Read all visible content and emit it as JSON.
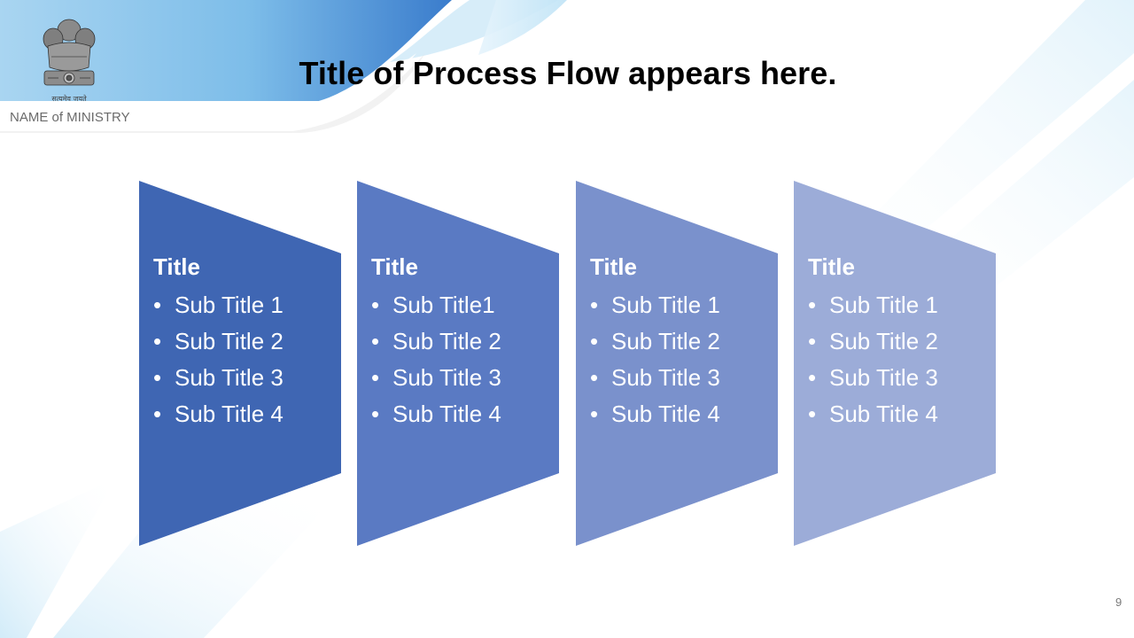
{
  "header": {
    "emblem_motto": "सत्यमेव जयते",
    "ministry": "NAME of MINISTRY",
    "title": "Title of Process Flow appears here."
  },
  "colors": {
    "stage_1": "#3f66b3",
    "stage_2": "#5a7ac3",
    "stage_3": "#7a91cc",
    "stage_4": "#9cacd8",
    "accent_blue": "#3b7fd0",
    "light_blue": "#bfe3f6"
  },
  "stages": [
    {
      "title": "Title",
      "items": [
        "Sub Title 1",
        "Sub Title 2",
        "Sub Title 3",
        "Sub Title 4"
      ]
    },
    {
      "title": "Title",
      "items": [
        "Sub Title1",
        "Sub Title 2",
        "Sub Title 3",
        "Sub Title 4"
      ]
    },
    {
      "title": "Title",
      "items": [
        "Sub Title 1",
        "Sub Title 2",
        "Sub Title 3",
        "Sub Title 4"
      ]
    },
    {
      "title": "Title",
      "items": [
        "Sub Title 1",
        "Sub Title 2",
        "Sub Title 3",
        "Sub Title 4"
      ]
    }
  ],
  "footer": {
    "page_number": "9"
  }
}
